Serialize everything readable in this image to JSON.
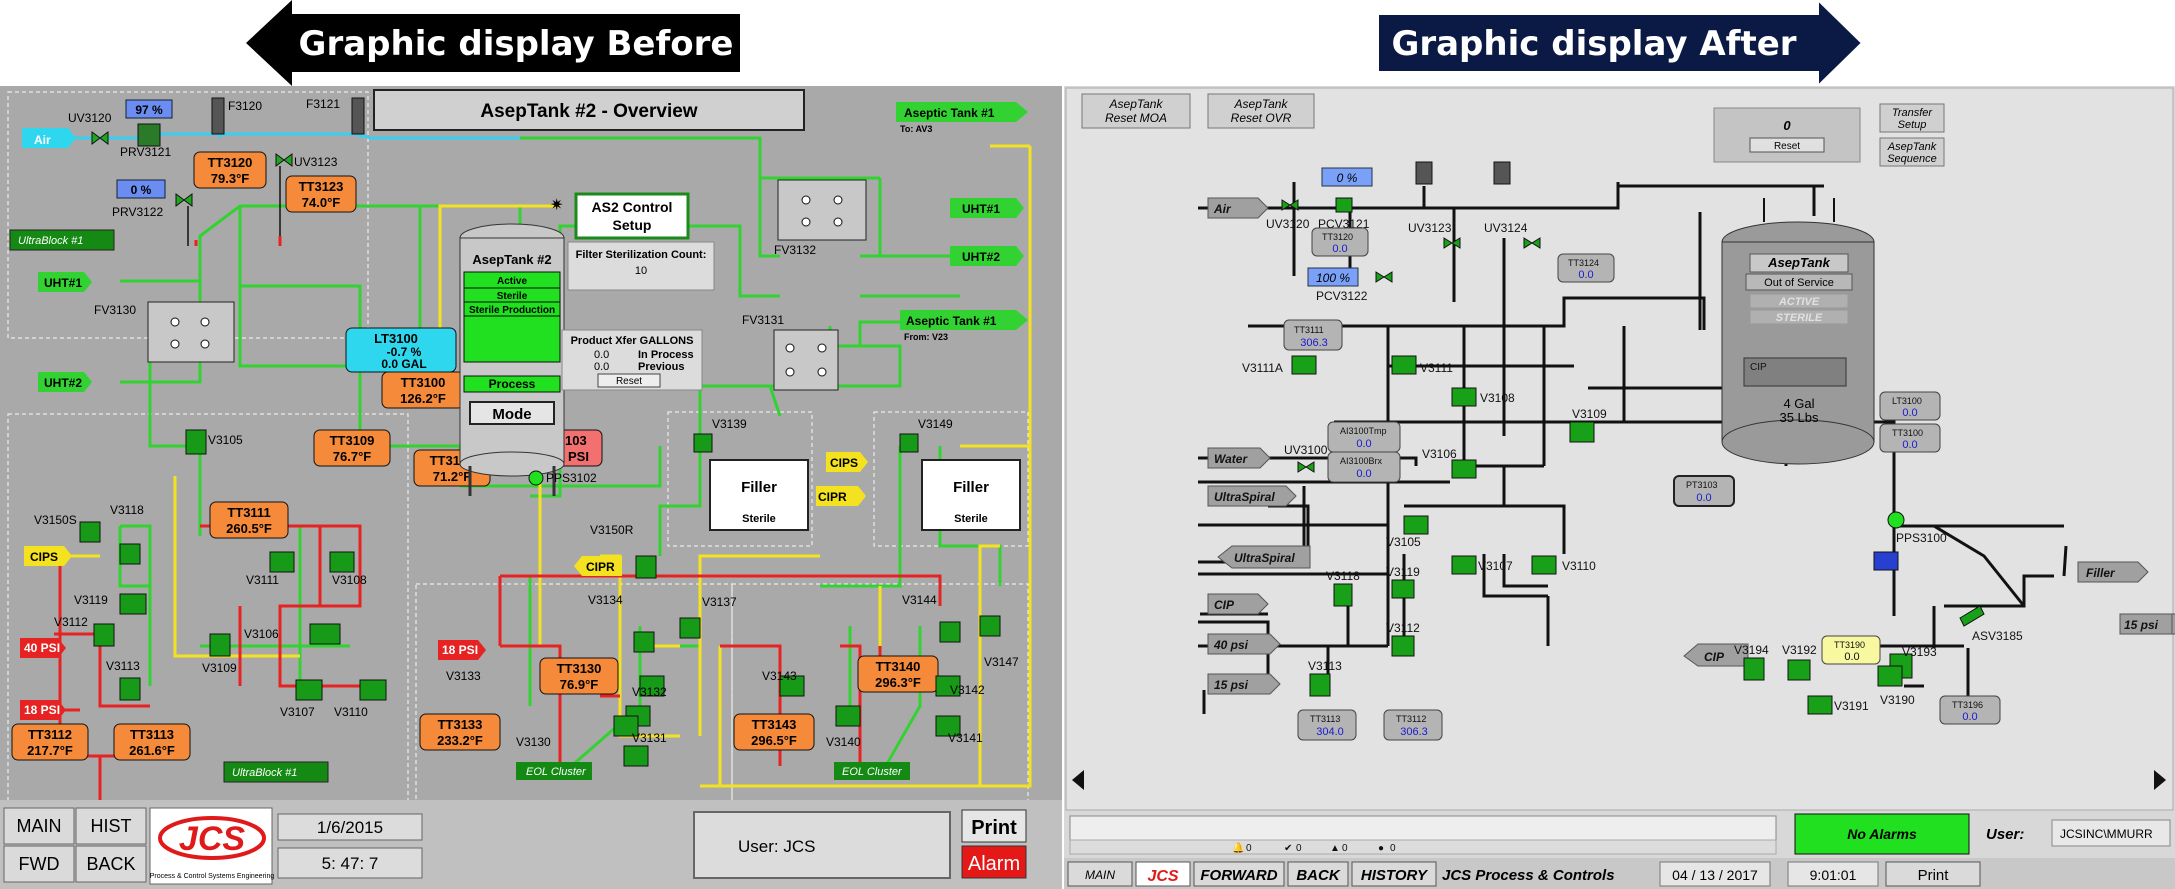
{
  "banners": {
    "before": "Graphic display Before",
    "after": "Graphic display After"
  },
  "before": {
    "title": "AsepTank #2 - Overview",
    "control_setup": [
      "AS2 Control",
      "Setup"
    ],
    "filter_count_label": "Filter Sterilization Count:",
    "filter_count_value": "10",
    "tank": {
      "name": "AsepTank #2",
      "states": [
        "Active",
        "Sterile",
        "Sterile Production"
      ],
      "process": "Process",
      "mode": "Mode"
    },
    "xfer": {
      "title": "Product Xfer GALLONS",
      "in_process_value": "0.0",
      "in_process_label": "In Process",
      "previous_value": "0.0",
      "previous_label": "Previous",
      "reset": "Reset"
    },
    "lt3100": {
      "tag": "LT3100",
      "pct": "-0.7 %",
      "gal": "0.0 GAL"
    },
    "sensors": {
      "tt3120": {
        "tag": "TT3120",
        "value": "79.3°F"
      },
      "tt3123": {
        "tag": "TT3123",
        "value": "74.0°F"
      },
      "tt3100": {
        "tag": "TT3100",
        "value": "126.2°F"
      },
      "tt3109": {
        "tag": "TT3109",
        "value": "76.7°F"
      },
      "tt3106": {
        "tag": "TT3106",
        "value": "71.2°F"
      },
      "tt3111": {
        "tag": "TT3111",
        "value": "260.5°F"
      },
      "tt3112": {
        "tag": "TT3112",
        "value": "217.7°F"
      },
      "tt3113": {
        "tag": "TT3113",
        "value": "261.6°F"
      },
      "tt3130": {
        "tag": "TT3130",
        "value": "76.9°F"
      },
      "tt3133": {
        "tag": "TT3133",
        "value": "233.2°F"
      },
      "tt3140": {
        "tag": "TT3140",
        "value": "296.3°F"
      },
      "tt3143": {
        "tag": "TT3143",
        "value": "296.5°F"
      },
      "pt3103": {
        "tag": "PT3103",
        "value": "20.0 PSI"
      }
    },
    "percents": {
      "p1": "97 %",
      "p2": "0 %"
    },
    "labels": {
      "air": "Air",
      "uv3120": "UV3120",
      "prv3121": "PRV3121",
      "prv3122": "PRV3122",
      "f3120": "F3120",
      "f3121": "F3121",
      "uv3123": "UV3123",
      "ultrablock": "UltraBlock #1",
      "ultrablock2": "UltraBlock #1",
      "uht1a": "UHT#1",
      "uht2a": "UHT#2",
      "uht1b": "UHT#1",
      "uht2b": "UHT#2",
      "fv3130": "FV3130",
      "fv3132": "FV3132",
      "fv3131": "FV3131",
      "asep1a": "Aseptic Tank #1",
      "asep1a_sub": "To: AV3",
      "asep1b": "Aseptic Tank #1",
      "asep1b_sub": "From: V23",
      "v3105": "V3105",
      "v3150s": "V3150S",
      "v3118": "V3118",
      "cips": "CIPS",
      "v3119": "V3119",
      "v3112": "V3112",
      "v3113": "V3113",
      "psi40": "40 PSI",
      "psi18a": "18 PSI",
      "psi18b": "18 PSI",
      "v3111": "V3111",
      "v3108": "V3108",
      "v3106": "V3106",
      "v3109": "V3109",
      "v3107": "V3107",
      "v3110": "V3110",
      "pps3102": "PPS3102",
      "v3139": "V3139",
      "v3149": "V3149",
      "cips2": "CIPS",
      "cipr": "CIPR",
      "cipr2": "CIPR",
      "filler1": "Filler",
      "sterile1": "Sterile",
      "filler2": "Filler",
      "sterile2": "Sterile",
      "v3150r": "V3150R",
      "v3134": "V3134",
      "v3137": "V3137",
      "v3144": "V3144",
      "v3147": "V3147",
      "v3133": "V3133",
      "v3132": "V3132",
      "v3130": "V3130",
      "v3131": "V3131",
      "v3143": "V3143",
      "v3142": "V3142",
      "v3140": "V3140",
      "v3141": "V3141",
      "eol1": "EOL Cluster",
      "eol2": "EOL Cluster"
    },
    "footer": {
      "main": "MAIN",
      "hist": "HIST",
      "fwd": "FWD",
      "back": "BACK",
      "logo": "JCS",
      "logo_sub": "Process & Control Systems Engineering",
      "date": "1/6/2015",
      "time": "5:  47:    7",
      "user": "User:  JCS",
      "print": "Print",
      "alarm": "Alarm"
    }
  },
  "after": {
    "buttons": {
      "reset_moa": [
        "AsepTank",
        "Reset MOA"
      ],
      "reset_ovr": [
        "AsepTank",
        "Reset OVR"
      ],
      "transfer_setup": [
        "Transfer",
        "Setup"
      ],
      "asep_sequence": [
        "AsepTank",
        "Sequence"
      ]
    },
    "counter": {
      "value": "0",
      "reset": "Reset"
    },
    "tank": {
      "name": "AsepTank",
      "status": "Out of Service",
      "active": "ACTIVE",
      "sterile": "STERILE",
      "cip": "CIP",
      "gal": "4 Gal",
      "lbs": "35 Lbs"
    },
    "sources": {
      "air": "Air",
      "water": "Water",
      "ultraspiral1": "UltraSpiral",
      "ultraspiral2": "UltraSpiral",
      "cip": "CIP",
      "psi40": "40 psi",
      "psi15": "15 psi",
      "filler": "Filler",
      "psi15b": "15 psi",
      "cip2": "CIP"
    },
    "percents": {
      "p1": "0 %",
      "p2": "100 %"
    },
    "sensors": {
      "tt3120": {
        "tag": "TT3120",
        "value": "0.0"
      },
      "tt3124": {
        "tag": "TT3124",
        "value": "0.0"
      },
      "tt3111": {
        "tag": "TT3111",
        "value": "306.3"
      },
      "ai3100tmp": {
        "tag": "AI3100Tmp",
        "value": "0.0"
      },
      "ai3100brx": {
        "tag": "AI3100Brx",
        "value": "0.0"
      },
      "pt3103": {
        "tag": "PT3103",
        "value": "0.0"
      },
      "lt3100": {
        "tag": "LT3100",
        "value": "0.0"
      },
      "tt3100": {
        "tag": "TT3100",
        "value": "0.0"
      },
      "tt3190": {
        "tag": "TT3190",
        "value": "0.0"
      },
      "tt3196": {
        "tag": "TT3196",
        "value": "0.0"
      },
      "tt3113": {
        "tag": "TT3113",
        "value": "304.0"
      },
      "tt3112": {
        "tag": "TT3112",
        "value": "306.3"
      }
    },
    "labels": {
      "uv3120": "UV3120",
      "pcv3121": "PCV3121",
      "pcv3122": "PCV3122",
      "uv3123": "UV3123",
      "uv3124": "UV3124",
      "v3111a": "V3111A",
      "v3111": "V3111",
      "v3108": "V3108",
      "v3109": "V3109",
      "uv3100": "UV3100",
      "v3106": "V3106",
      "v3105": "V3105",
      "v3107": "V3107",
      "v3110": "V3110",
      "v3118": "V3118",
      "v3119": "V3119",
      "v3112": "V3112",
      "v3113": "V3113",
      "pps3100": "PPS3100",
      "asv3185": "ASV3185",
      "v3194": "V3194",
      "v3192": "V3192",
      "v3193": "V3193",
      "v3190": "V3190",
      "v3191": "V3191"
    },
    "alarm_counts": [
      "0",
      "0",
      "0",
      "0"
    ],
    "status": {
      "no_alarms": "No Alarms",
      "user_label": "User:",
      "user": "JCSINC\\MMURR"
    },
    "footer": {
      "main": "MAIN",
      "logo": "JCS",
      "forward": "FORWARD",
      "back": "BACK",
      "history": "HISTORY",
      "company": "JCS Process & Controls",
      "date": "04 / 13 / 2017",
      "time": "9:01:01",
      "print": "Print"
    }
  }
}
